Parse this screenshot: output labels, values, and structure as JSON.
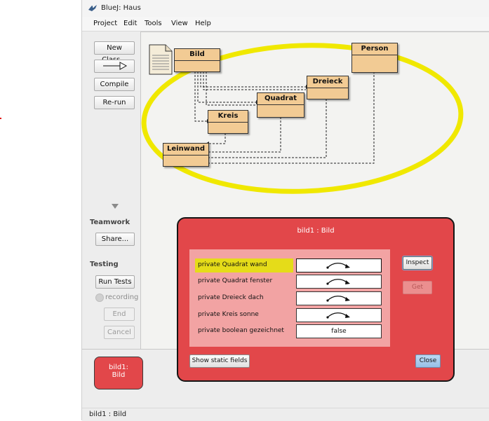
{
  "window": {
    "title": "BlueJ:  Haus"
  },
  "menu": [
    "Project",
    "Edit",
    "Tools",
    "View",
    "Help"
  ],
  "left": {
    "new_class": "New Class...",
    "compile": "Compile",
    "rerun": "Re-run",
    "teamwork_label": "Teamwork",
    "share": "Share...",
    "testing_label": "Testing",
    "run_tests": "Run Tests",
    "recording": "recording",
    "end": "End",
    "cancel": "Cancel"
  },
  "classes": [
    "Bild",
    "Person",
    "Dreieck",
    "Quadrat",
    "Kreis",
    "Leinwand"
  ],
  "object_bench": {
    "line1": "bild1:",
    "line2": "Bild"
  },
  "inspector": {
    "title": "bild1 : Bild",
    "fields": [
      {
        "label": "private Quadrat wand",
        "value": ""
      },
      {
        "label": "private Quadrat fenster",
        "value": ""
      },
      {
        "label": "private Dreieck dach",
        "value": ""
      },
      {
        "label": "private Kreis sonne",
        "value": ""
      },
      {
        "label": "private boolean gezeichnet",
        "value": "false"
      }
    ],
    "inspect": "Inspect",
    "get": "Get",
    "show_static": "Show static fields",
    "close": "Close"
  },
  "status": "bild1 : Bild",
  "colors": {
    "class_fill": "#f2cb94",
    "object_red": "#e2474a",
    "highlight_yellow": "#f0e800",
    "selected_field": "#e5dc19"
  }
}
